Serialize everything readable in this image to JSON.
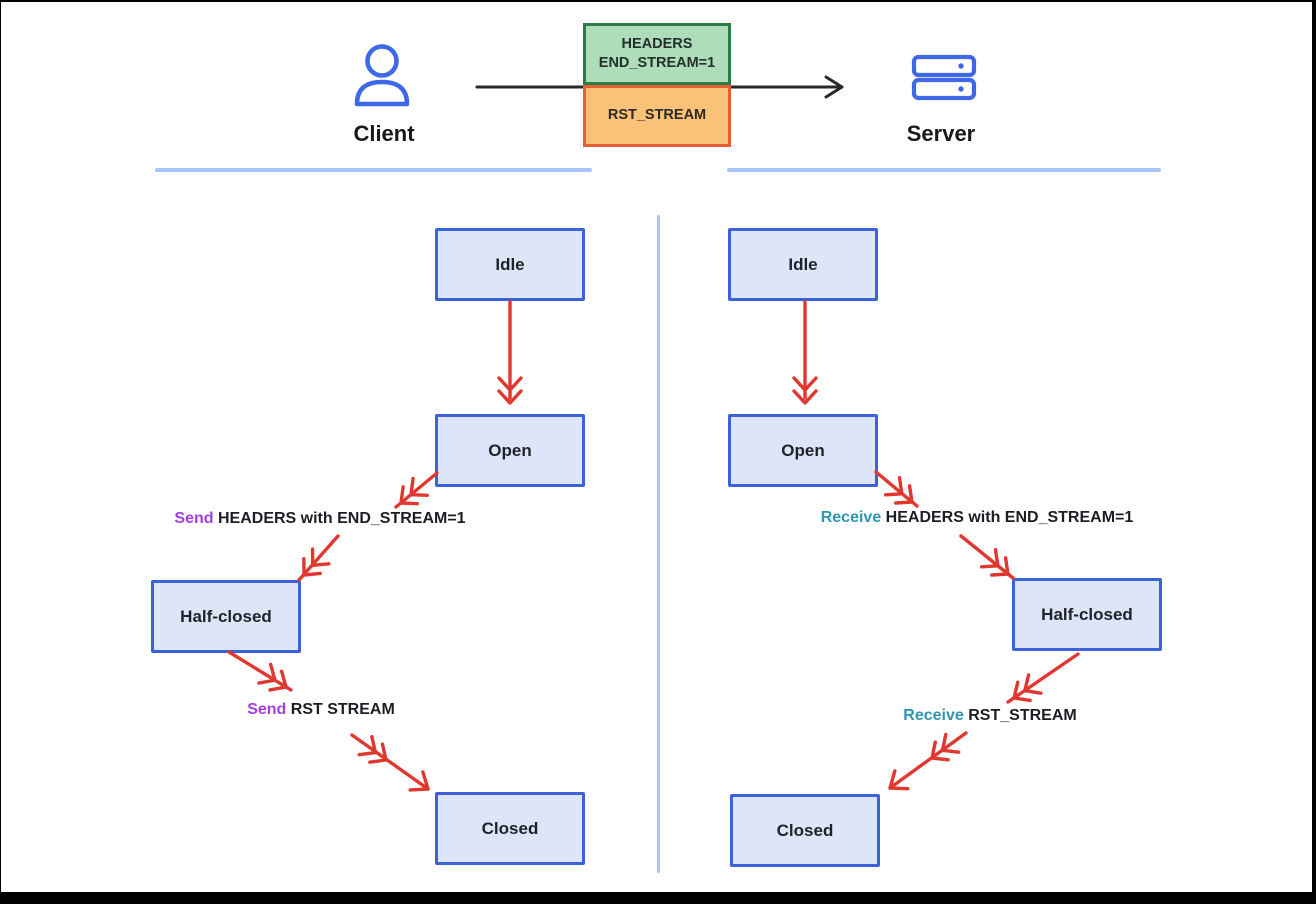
{
  "header": {
    "client_label": "Client",
    "server_label": "Server",
    "headers_frame_line1": "HEADERS",
    "headers_frame_line2": "END_STREAM=1",
    "rst_frame_label": "RST_STREAM"
  },
  "client_machine": {
    "idle": "Idle",
    "open": "Open",
    "half_closed": "Half-closed",
    "closed": "Closed",
    "t1_action": "Send",
    "t1_rest": " HEADERS with END_STREAM=1",
    "t2_action": "Send",
    "t2_rest": " RST STREAM"
  },
  "server_machine": {
    "idle": "Idle",
    "open": "Open",
    "half_closed": "Half-closed",
    "closed": "Closed",
    "t1_action": "Receive",
    "t1_rest": " HEADERS with END_STREAM=1",
    "t2_action": "Receive",
    "t2_rest": " RST_STREAM"
  },
  "colors": {
    "send_accent": "#a43ee3",
    "receive_accent": "#2f95b4",
    "arrow_red": "#e0382e",
    "state_box_border": "#3c61d9",
    "state_box_fill": "#dce6f8",
    "headers_frame_fill": "#aeddba",
    "headers_frame_border": "#2c7a44",
    "rst_frame_fill": "#fac278",
    "rst_frame_border": "#e85c33",
    "divider_blue": "#a7c5f8",
    "icon_blue": "#3e68e7"
  }
}
